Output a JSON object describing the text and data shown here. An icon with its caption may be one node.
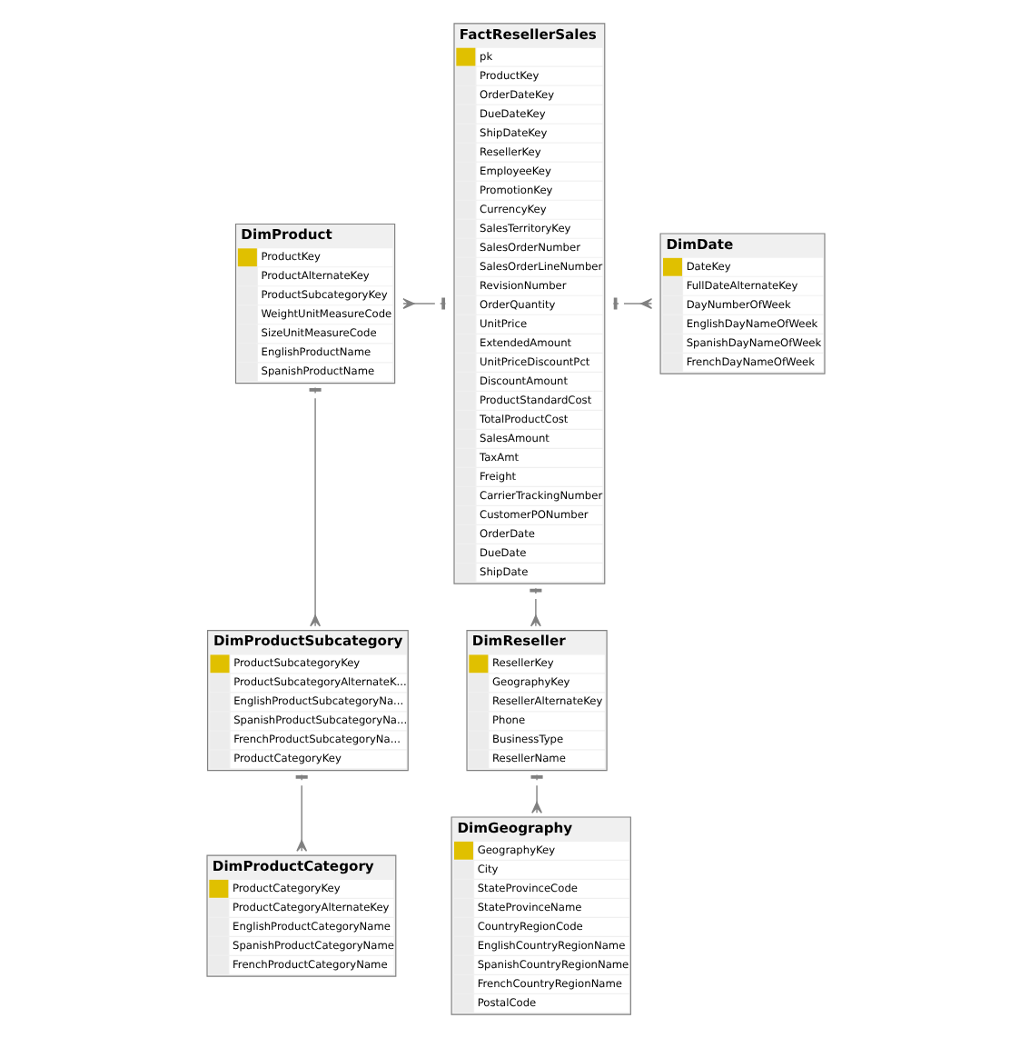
{
  "diagram": {
    "nodes": [
      {
        "text": [
          "DimProduct",
          "ProductKey",
          "ProductAlternateKey",
          "ProductSubcategoryKey",
          "WeightUnitMeasureCode",
          "SizeUnitMeasureCode",
          "EnglishProductName",
          "SpanishProductName"
        ]
      },
      {
        "text": [
          "FactResellerSales",
          "pk",
          "ProductKey",
          "OrderDateKey",
          "DueDateKey",
          "ShipDateKey",
          "ResellerKey",
          "EmployeeKey",
          "PromotionKey",
          "CurrencyKey",
          "SalesTerritoryKey",
          "SalesOrderNumber",
          "SalesOrderLineNumber",
          "RevisionNumber",
          "OrderQuantity",
          "UnitPrice",
          "ExtendedAmount",
          "UnitPriceDiscountPct",
          "DiscountAmount",
          "ProductStandardCost",
          "TotalProductCost",
          "SalesAmount",
          "TaxAmt",
          "Freight",
          "CarrierTrackingNumber",
          "CustomerPONumber",
          "OrderDate",
          "DueDate",
          "ShipDate"
        ]
      },
      {
        "text": [
          "DimDate",
          "DateKey",
          "FullDateAlternateKey",
          "DayNumberOfWeek",
          "EnglishDayNameOfWeek",
          "SpanishDayNameOfWeek",
          "FrenchDayNameOfWeek"
        ]
      },
      {
        "text": [
          "DimProductSubcategory",
          "ProductSubcategoryKey",
          "ProductSubcategoryAlternateK...",
          "EnglishProductSubcategoryNa...",
          "SpanishProductSubcategoryNa...",
          "FrenchProductSubcategoryNa...",
          "ProductCategoryKey"
        ]
      },
      {
        "text": [
          "DimReseller",
          "ResellerKey",
          "GeographyKey",
          "ResellerAlternateKey",
          "Phone",
          "BusinessType",
          "ResellerName"
        ]
      },
      {
        "text": [
          "DimProductCategory",
          "ProductCategoryKey",
          "ProductCategoryAlternateKey",
          "EnglishProductCategoryName",
          "SpanishProductCategoryName",
          "FrenchProductCategoryName"
        ]
      },
      {
        "text": [
          "DimGeography",
          "GeographyKey",
          "City",
          "StateProvinceCode",
          "StateProvinceName",
          "CountryRegionCode",
          "EnglishCountryRegionName",
          "SpanishCountryRegionName",
          "FrenchCountryRegionName",
          "PostalCode"
        ]
      }
    ],
    "edges": [
      {
        "from": 0,
        "to": 1,
        "arrow": "other"
      },
      {
        "from": 2,
        "to": 1,
        "arrow": "other"
      },
      {
        "from": 4,
        "to": 1,
        "arrow": "other"
      },
      {
        "from": 3,
        "to": 0,
        "arrow": "other"
      },
      {
        "from": 5,
        "to": 3,
        "arrow": "other"
      },
      {
        "from": 6,
        "to": 4,
        "arrow": "other"
      }
    ]
  }
}
